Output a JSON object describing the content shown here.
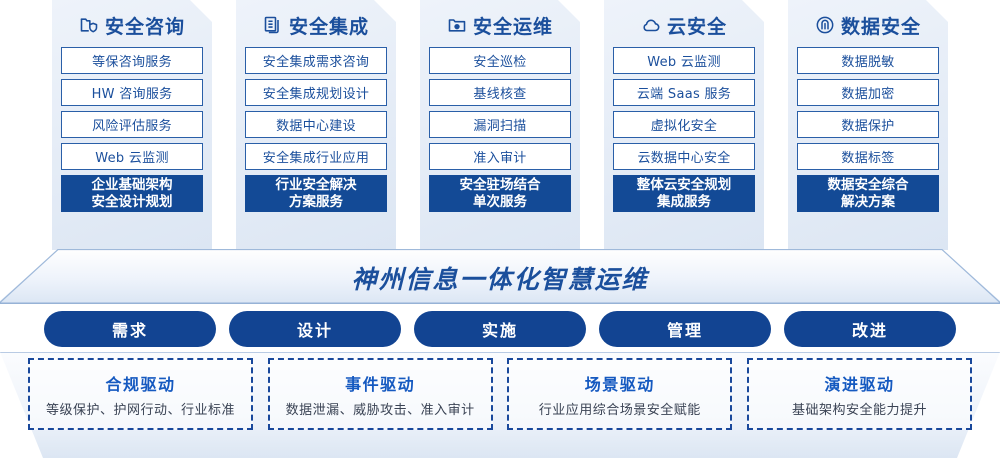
{
  "colors": {
    "primary": "#134a96",
    "accent": "#1559c0",
    "border": "#2a5fa8",
    "pill": "#124492",
    "panel_bg": "#e6edf7"
  },
  "columns": [
    {
      "icon": "folder-shield-icon",
      "title": "安全咨询",
      "items": [
        "等保咨询服务",
        "HW 咨询服务",
        "风险评估服务",
        "Web 云监测"
      ],
      "highlight": [
        "企业基础架构",
        "安全设计规划"
      ]
    },
    {
      "icon": "stacked-documents-icon",
      "title": "安全集成",
      "items": [
        "安全集成需求咨询",
        "安全集成规划设计",
        "数据中心建设",
        "安全集成行业应用"
      ],
      "highlight": [
        "行业安全解决",
        "方案服务"
      ]
    },
    {
      "icon": "folder-chart-icon",
      "title": "安全运维",
      "items": [
        "安全巡检",
        "基线核查",
        "漏洞扫描",
        "准入审计"
      ],
      "highlight": [
        "安全驻场结合",
        "单次服务"
      ]
    },
    {
      "icon": "cloud-icon",
      "title": "云安全",
      "items": [
        "Web 云监测",
        "云端 Saas 服务",
        "虚拟化安全",
        "云数据中心安全"
      ],
      "highlight": [
        "整体云安全规划",
        "集成服务"
      ]
    },
    {
      "icon": "fingerprint-icon",
      "title": "数据安全",
      "items": [
        "数据脱敏",
        "数据加密",
        "数据保护",
        "数据标签"
      ],
      "highlight": [
        "数据安全综合",
        "解决方案"
      ]
    }
  ],
  "banner": {
    "title": "神州信息一体化智慧运维"
  },
  "pills": [
    "需求",
    "设计",
    "实施",
    "管理",
    "改进"
  ],
  "drivers": [
    {
      "title": "合规驱动",
      "subtitle": "等级保护、护网行动、行业标准"
    },
    {
      "title": "事件驱动",
      "subtitle": "数据泄漏、威胁攻击、准入审计"
    },
    {
      "title": "场景驱动",
      "subtitle": "行业应用综合场景安全赋能"
    },
    {
      "title": "演进驱动",
      "subtitle": "基础架构安全能力提升"
    }
  ]
}
